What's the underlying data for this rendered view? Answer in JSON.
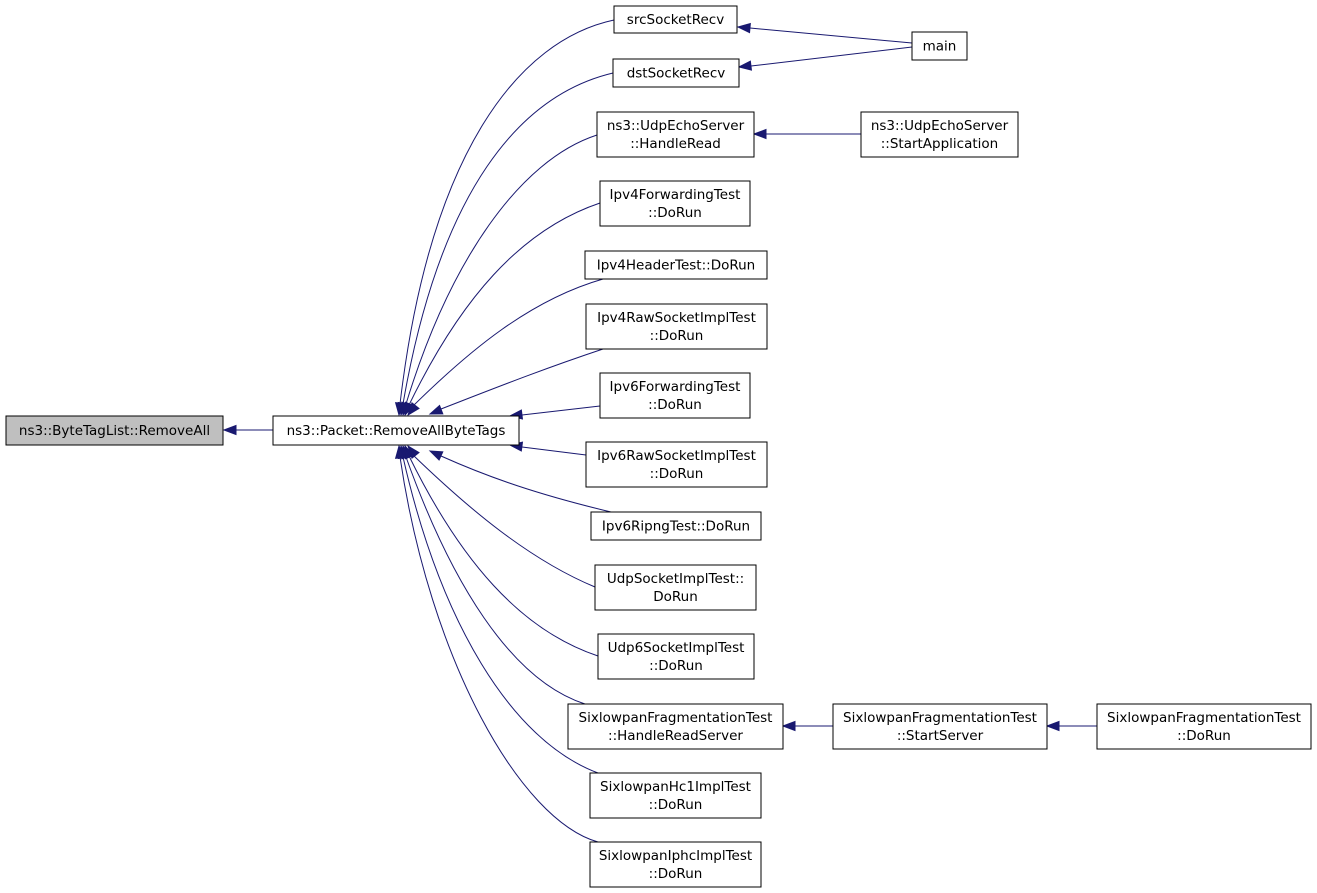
{
  "colors": {
    "edge": "#191970",
    "node_fill": "#ffffff",
    "root_fill": "#bfbfbf",
    "border": "#000000"
  },
  "nodes": [
    {
      "id": "n0",
      "lines": [
        "ns3::ByteTagList::RemoveAll"
      ],
      "highlighted": true
    },
    {
      "id": "n1",
      "lines": [
        "ns3::Packet::RemoveAllByteTags"
      ]
    },
    {
      "id": "n2",
      "lines": [
        "srcSocketRecv"
      ]
    },
    {
      "id": "n3",
      "lines": [
        "dstSocketRecv"
      ]
    },
    {
      "id": "n4",
      "lines": [
        "main"
      ]
    },
    {
      "id": "n5",
      "lines": [
        "ns3::UdpEchoServer",
        "::HandleRead"
      ]
    },
    {
      "id": "n6",
      "lines": [
        "ns3::UdpEchoServer",
        "::StartApplication"
      ]
    },
    {
      "id": "n7",
      "lines": [
        "Ipv4ForwardingTest",
        "::DoRun"
      ]
    },
    {
      "id": "n8",
      "lines": [
        "Ipv4HeaderTest::DoRun"
      ]
    },
    {
      "id": "n9",
      "lines": [
        "Ipv4RawSocketImplTest",
        "::DoRun"
      ]
    },
    {
      "id": "n10",
      "lines": [
        "Ipv6ForwardingTest",
        "::DoRun"
      ]
    },
    {
      "id": "n11",
      "lines": [
        "Ipv6RawSocketImplTest",
        "::DoRun"
      ]
    },
    {
      "id": "n12",
      "lines": [
        "Ipv6RipngTest::DoRun"
      ]
    },
    {
      "id": "n13",
      "lines": [
        "UdpSocketImplTest::",
        "DoRun"
      ]
    },
    {
      "id": "n14",
      "lines": [
        "Udp6SocketImplTest",
        "::DoRun"
      ]
    },
    {
      "id": "n15",
      "lines": [
        "SixlowpanFragmentationTest",
        "::HandleReadServer"
      ]
    },
    {
      "id": "n16",
      "lines": [
        "SixlowpanFragmentationTest",
        "::StartServer"
      ]
    },
    {
      "id": "n17",
      "lines": [
        "SixlowpanFragmentationTest",
        "::DoRun"
      ]
    },
    {
      "id": "n18",
      "lines": [
        "SixlowpanHc1ImplTest",
        "::DoRun"
      ]
    },
    {
      "id": "n19",
      "lines": [
        "SixlowpanIphcImplTest",
        "::DoRun"
      ]
    }
  ],
  "edges": [
    {
      "from": "n1",
      "to": "n0"
    },
    {
      "from": "n2",
      "to": "n1"
    },
    {
      "from": "n3",
      "to": "n1"
    },
    {
      "from": "n5",
      "to": "n1"
    },
    {
      "from": "n7",
      "to": "n1"
    },
    {
      "from": "n8",
      "to": "n1"
    },
    {
      "from": "n9",
      "to": "n1"
    },
    {
      "from": "n10",
      "to": "n1"
    },
    {
      "from": "n11",
      "to": "n1"
    },
    {
      "from": "n12",
      "to": "n1"
    },
    {
      "from": "n13",
      "to": "n1"
    },
    {
      "from": "n14",
      "to": "n1"
    },
    {
      "from": "n15",
      "to": "n1"
    },
    {
      "from": "n18",
      "to": "n1"
    },
    {
      "from": "n19",
      "to": "n1"
    },
    {
      "from": "n4",
      "to": "n2"
    },
    {
      "from": "n4",
      "to": "n3"
    },
    {
      "from": "n6",
      "to": "n5"
    },
    {
      "from": "n16",
      "to": "n15"
    },
    {
      "from": "n17",
      "to": "n16"
    }
  ]
}
